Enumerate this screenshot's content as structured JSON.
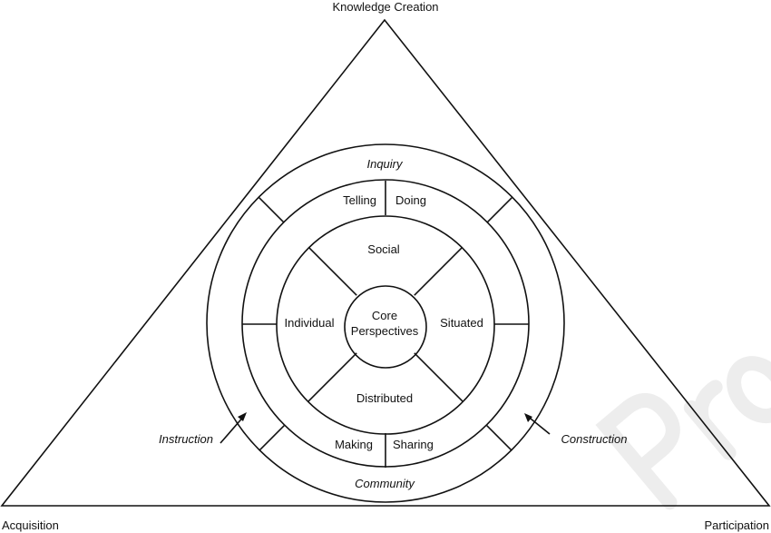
{
  "vertices": {
    "top": "Knowledge Creation",
    "left": "Acquisition",
    "right": "Participation"
  },
  "outer_ring": {
    "top": "Inquiry",
    "bottom": "Community"
  },
  "side_labels": {
    "left": "Instruction",
    "right": "Construction"
  },
  "middle_ring": {
    "top_left": "Telling",
    "top_right": "Doing",
    "bottom_left": "Making",
    "bottom_right": "Sharing"
  },
  "inner_ring": {
    "top": "Social",
    "left": "Individual",
    "right": "Situated",
    "bottom": "Distributed"
  },
  "core": {
    "line1": "Core",
    "line2": "Perspectives"
  },
  "watermark": "Pro",
  "colors": {
    "stroke": "#111111",
    "watermark": "#e6e6e6"
  }
}
